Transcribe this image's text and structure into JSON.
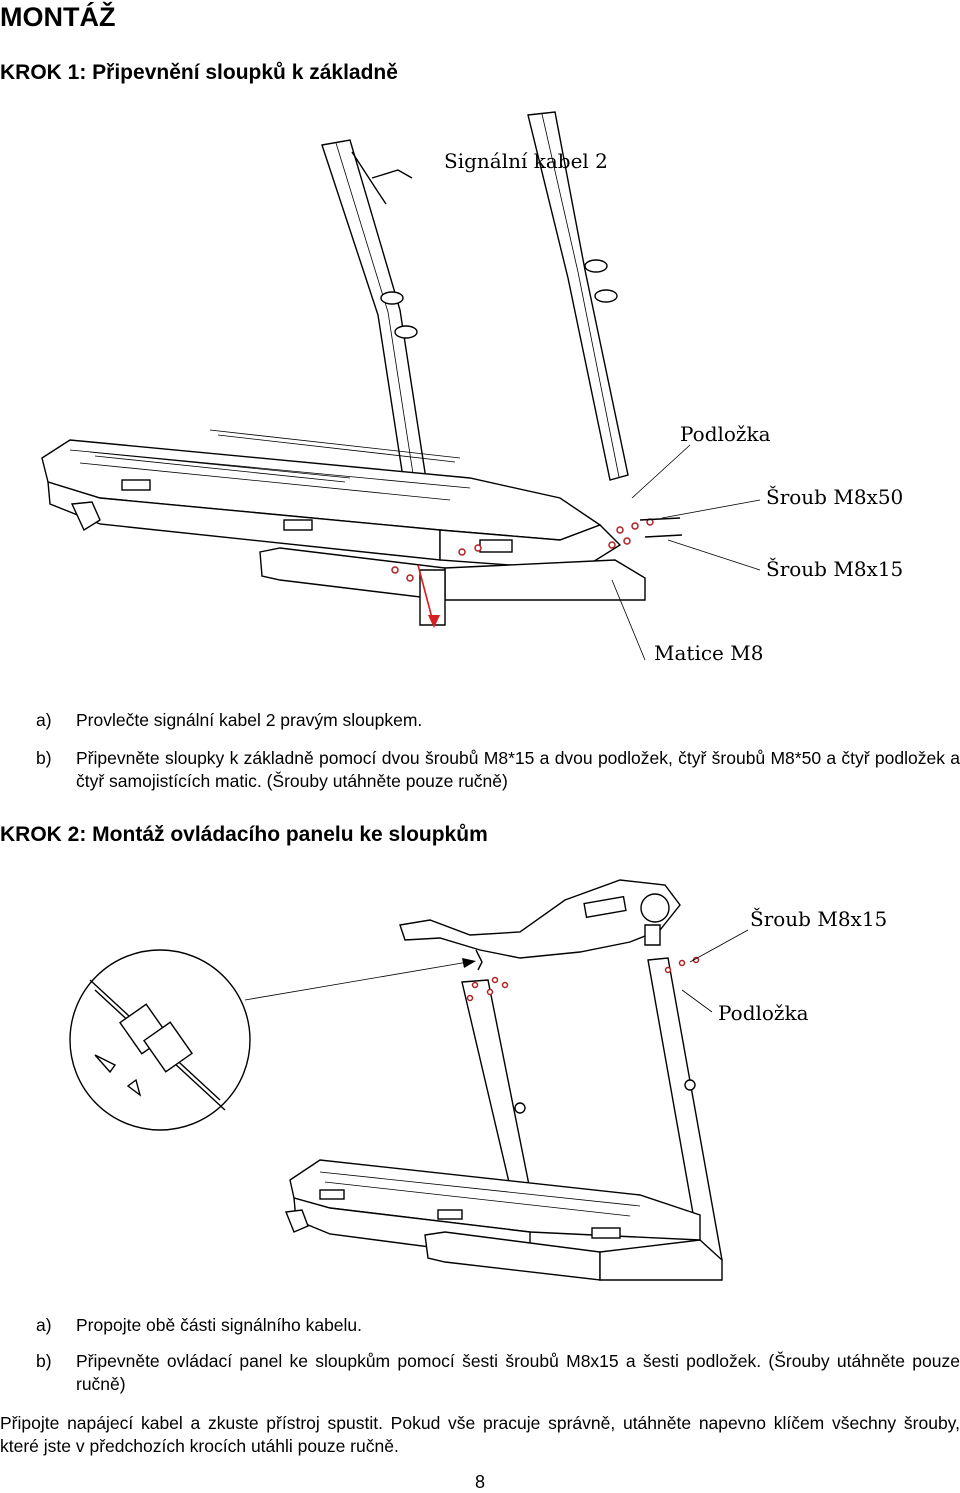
{
  "heading": "MONTÁŽ",
  "step1": {
    "title": "KROK 1: Připevnění sloupků k základně",
    "labels": {
      "cable": "Signální kabel 2",
      "washer": "Podložka",
      "bolt50": "Šroub M8x50",
      "bolt15": "Šroub M8x15",
      "nut": "Matice M8"
    },
    "items": [
      {
        "marker": "a)",
        "text": "Provlečte signální kabel 2 pravým sloupkem."
      },
      {
        "marker": "b)",
        "text": "Připevněte sloupky k základně pomocí dvou šroubů M8*15 a dvou podložek, čtyř šroubů M8*50 a čtyř podložek a čtyř samojistících matic. (Šrouby utáhněte pouze ručně)"
      }
    ]
  },
  "step2": {
    "title": "KROK 2: Montáž ovládacího panelu ke sloupkům",
    "labels": {
      "bolt15": "Šroub M8x15",
      "washer": "Podložka"
    },
    "items": [
      {
        "marker": "a)",
        "text": "Propojte obě části signálního kabelu."
      },
      {
        "marker": "b)",
        "text": "Připevněte ovládací panel ke sloupkům pomocí šesti šroubů M8x15 a šesti podložek. (Šrouby utáhněte pouze ručně)"
      }
    ]
  },
  "closing": "Připojte napájecí kabel a zkuste přístroj spustit. Pokud vše pracuje správně, utáhněte napevno klíčem všechny šrouby, které jste v předchozích krocích utáhli pouze ručně.",
  "page_number": "8"
}
